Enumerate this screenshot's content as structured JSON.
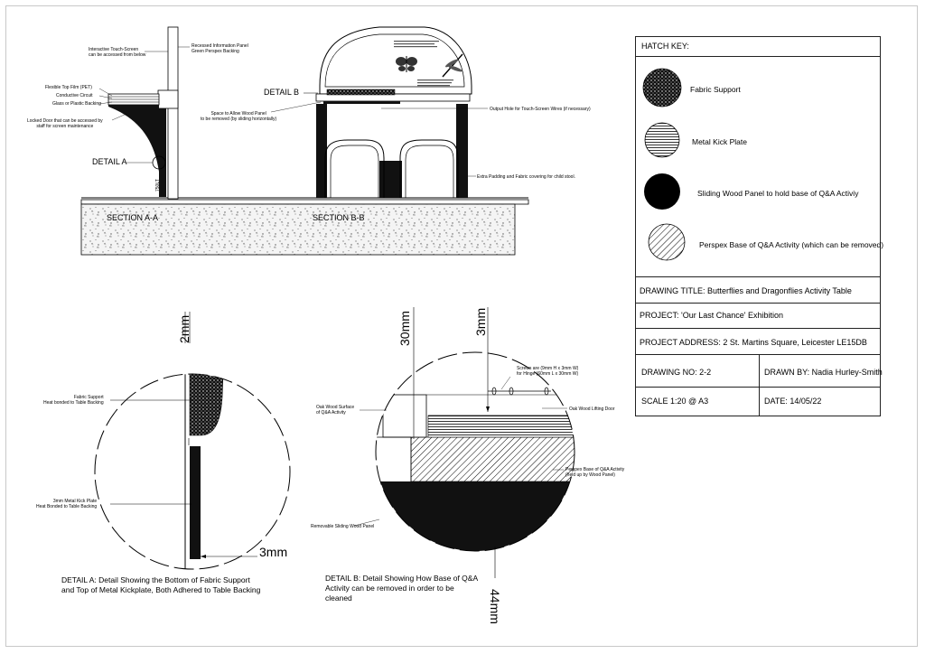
{
  "title_block": {
    "hatch_key_heading": "HATCH KEY:",
    "key_items": [
      {
        "label": "Fabric Support",
        "hatch": "dotted"
      },
      {
        "label": "Metal Kick Plate",
        "hatch": "horizontal-lines"
      },
      {
        "label": "Sliding Wood Panel to hold base of Q&A Activiy",
        "hatch": "solid-black"
      },
      {
        "label": "Perspex Base of Q&A Activity (which can be removed)",
        "hatch": "diagonal-lines"
      }
    ],
    "drawing_title": "DRAWING TITLE: Butterflies and Dragonflies Activity Table",
    "project": "PROJECT: 'Our Last Chance' Exhibition",
    "project_address": "PROJECT ADDRESS: 2 St. Martins Square, Leicester LE15DB",
    "drawing_no": "DRAWING NO: 2-2",
    "drawn_by": "DRAWN BY: Nadia Hurley-Smith",
    "scale": "SCALE 1:20 @ A3",
    "date": "DATE: 14/05/22"
  },
  "section_aa": {
    "label": "SECTION A-A",
    "detail_label": "DETAIL A",
    "height_note": "750LT",
    "annotations": {
      "touch_screen": "Interactive Touch-Screen\ncan be accessed from below",
      "info_panel": "Recessed Information Panel\nGreen Perspex Backing",
      "top_film": "Flexible Top Film (PET)",
      "circuit": "Conductive Circuit",
      "backing": "Glass or Plastic Backing",
      "locked_door": "Locked Door that can be accessed by\nstaff for screen maintenance"
    }
  },
  "section_bb": {
    "label": "SECTION B-B",
    "detail_label": "DETAIL B",
    "annotations": {
      "space_panel": "Space to Allow Wood Panel\nto be removed (by sliding horizontally)",
      "output_hole": "Output Hole for Touch-Screen Wires (if necessary)",
      "padding": "Extra Padding and Fabric covering for child stool."
    }
  },
  "detail_a": {
    "dim_top": "2mm",
    "dim_bottom": "3mm",
    "fabric_note": "Fabric Support\nHeat bonded to Table Backing",
    "metal_note": "3mm Metal Kick Plate\nHeat Bonded to Table Backing",
    "caption": "DETAIL A: Detail Showing the Bottom of Fabric Support\nand Top of Metal Kickplate, Both Adhered to Table Backing"
  },
  "detail_b": {
    "dim_30": "30mm",
    "dim_3": "3mm",
    "dim_44": "44mm",
    "screws_note": "Screws are (9mm H x 3mm W)\nfor Hinge (60mm L x 30mm W)",
    "oak_surface": "Oak Wood Surface\nof Q&A Activity",
    "oak_door": "Oak Wood Lifting Door",
    "perspex_note": "Perspex Base of Q&A Activity\n(held up by Wood Panel)",
    "sliding_panel": "Removable Sliding Wood Panel",
    "caption": "DETAIL B: Detail Showing How Base of Q&A\nActivity can be removed in order to be\ncleaned"
  }
}
